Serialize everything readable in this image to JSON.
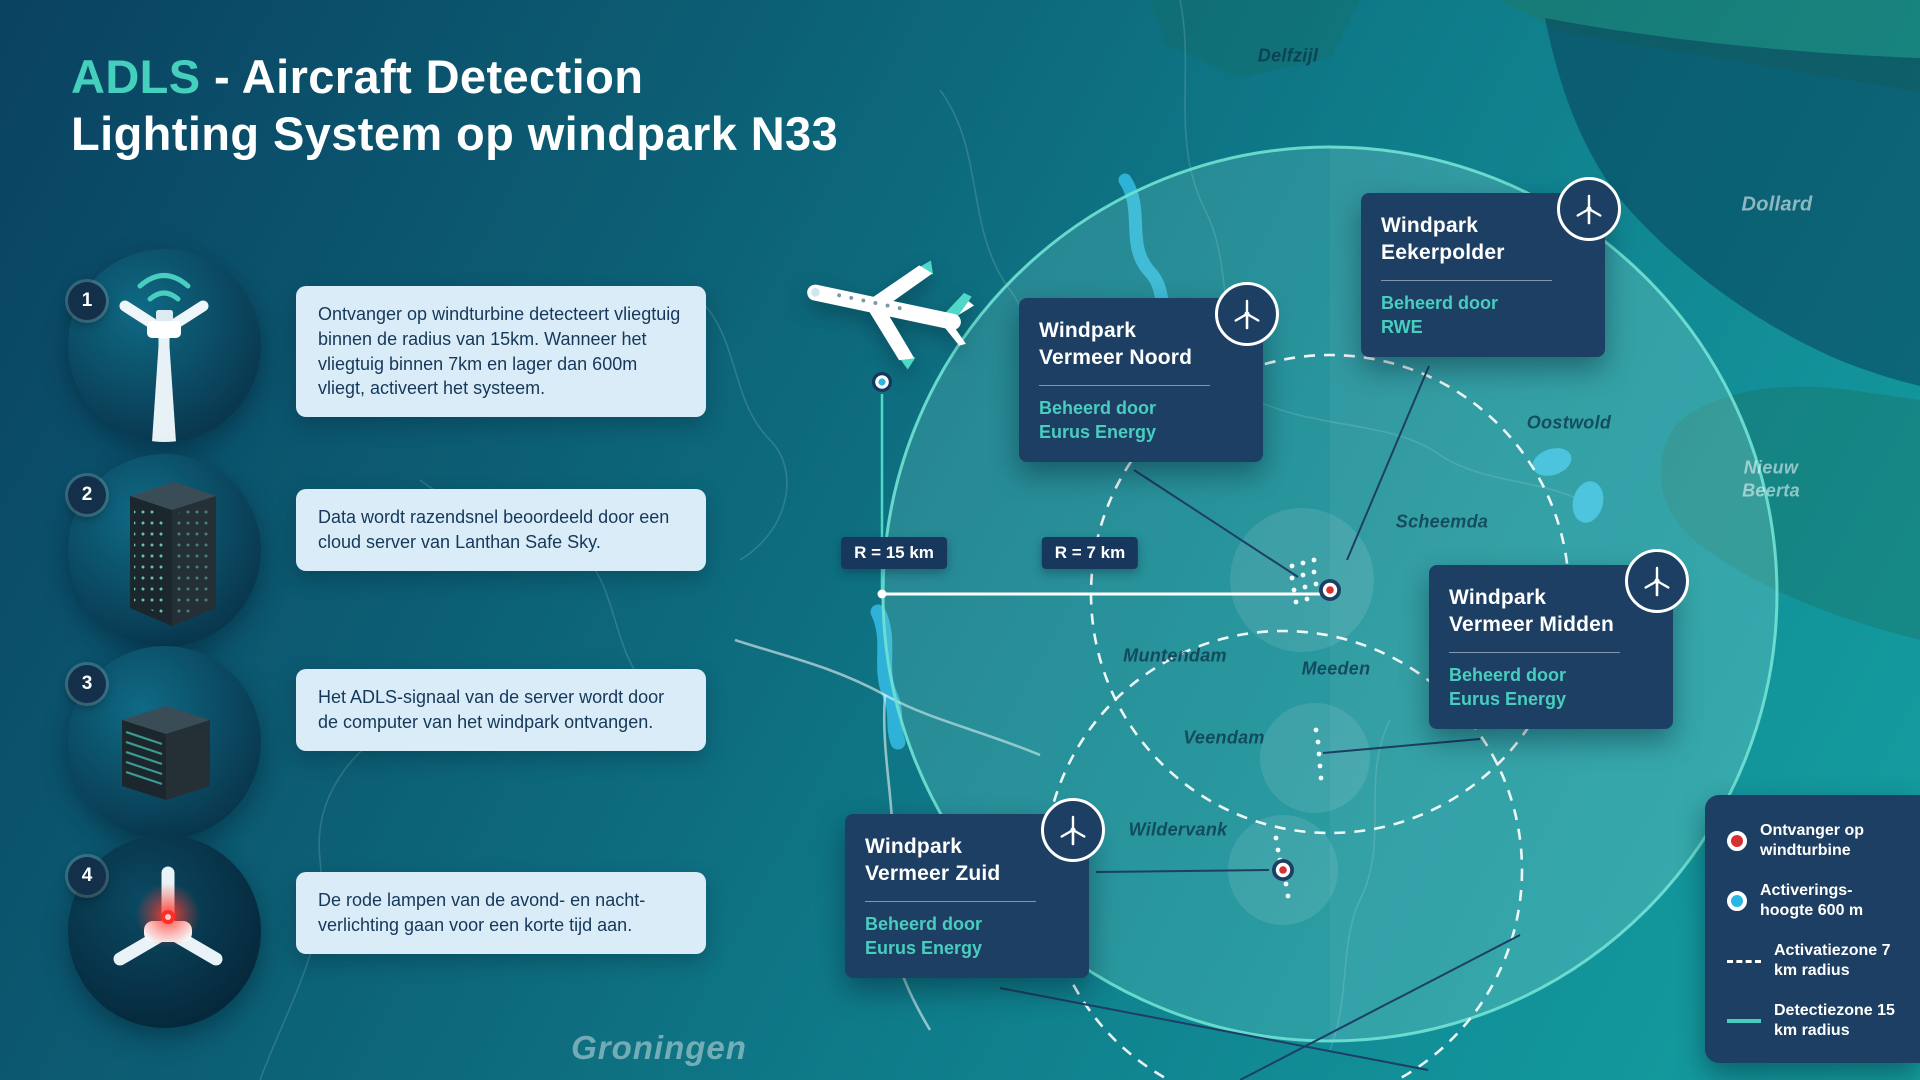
{
  "title": {
    "highlight": "ADLS",
    "line1_rest": " - Aircraft Detection",
    "line2": "Lighting System op windpark N33"
  },
  "steps": [
    {
      "number": "1",
      "text": "Ontvanger op windturbine detecteert vliegtuig binnen de radius van 15km. Wanneer het vliegtuig binnen 7km en lager dan 600m vliegt, activeert het systeem."
    },
    {
      "number": "2",
      "text": "Data wordt razendsnel beoordeeld door een cloud server van Lanthan Safe Sky."
    },
    {
      "number": "3",
      "text": "Het ADLS-signaal van de server wordt door de computer van het windpark ontvangen."
    },
    {
      "number": "4",
      "text": "De rode lampen van de avond- en nacht-verlichting gaan voor een korte tijd aan."
    }
  ],
  "windparks": [
    {
      "name": "Windpark\nVermeer Noord",
      "managed_by": "Beheerd door\nEurus Energy"
    },
    {
      "name": "Windpark\nEekerpolder",
      "managed_by": "Beheerd door\nRWE"
    },
    {
      "name": "Windpark\nVermeer Midden",
      "managed_by": "Beheerd door\nEurus Energy"
    },
    {
      "name": "Windpark\nVermeer Zuid",
      "managed_by": "Beheerd door\nEurus Energy"
    }
  ],
  "map": {
    "radius_outer_label": "R = 15 km",
    "radius_inner_label": "R = 7 km",
    "places": [
      "Delfzijl",
      "Dollard",
      "Oostwold",
      "Nieuw\nBeerta",
      "Scheemda",
      "Muntendam",
      "Meeden",
      "Veendam",
      "Wildervank"
    ],
    "region_label": "Groningen"
  },
  "legend": {
    "items": [
      {
        "label": "Ontvanger op windturbine"
      },
      {
        "label": "Activerings-hoogte 600 m"
      },
      {
        "label": "Activatiezone 7 km radius"
      },
      {
        "label": "Detectiezone 15 km radius"
      }
    ]
  },
  "colors": {
    "accent_teal": "#45d0bd",
    "navy_panel": "#1d3f63",
    "info_box": "#d9ecf7",
    "receiver_red": "#d63031",
    "height_cyan": "#2bb7e5"
  }
}
